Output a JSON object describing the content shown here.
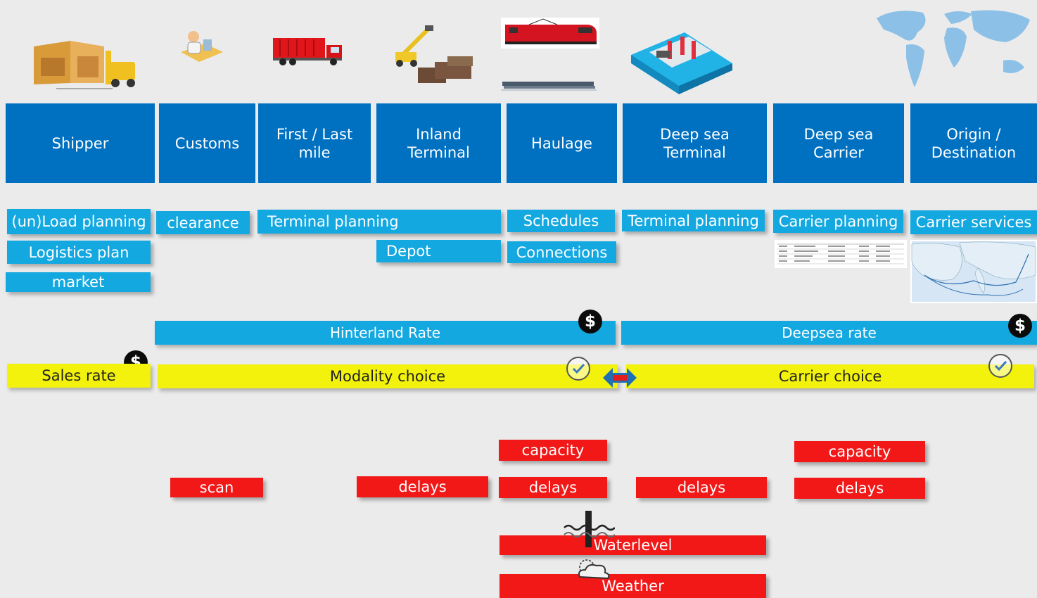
{
  "columns": [
    {
      "label": "Shipper"
    },
    {
      "label": "Customs"
    },
    {
      "label": "First / Last\nmile"
    },
    {
      "label": "Inland\nTerminal"
    },
    {
      "label": "Haulage"
    },
    {
      "label": "Deep sea\nTerminal"
    },
    {
      "label": "Deep sea\nCarrier"
    },
    {
      "label": "Origin /\nDestination"
    }
  ],
  "tasks": {
    "unload_planning": "(un)Load planning",
    "logistics_plan": "Logistics plan",
    "market": "market",
    "clearance": "clearance",
    "terminal_planning_inland": "Terminal planning",
    "depot": "Depot",
    "schedules": "Schedules",
    "connections": "Connections",
    "terminal_planning_deepsea": "Terminal planning",
    "carrier_planning": "Carrier planning",
    "carrier_services": "Carrier services"
  },
  "rates": {
    "hinterland": "Hinterland Rate",
    "deepsea": "Deepsea rate",
    "currency_symbol": "$"
  },
  "choices": {
    "sales_rate": "Sales rate",
    "modality": "Modality choice",
    "carrier": "Carrier choice"
  },
  "disruptions": {
    "scan": "scan",
    "delays": "delays",
    "capacity": "capacity",
    "waterlevel": "Waterlevel",
    "weather": "Weather"
  },
  "icons": [
    "warehouse-forklift-icon",
    "customs-officer-icon",
    "container-truck-icon",
    "reach-stacker-icon",
    "train-icon",
    "barge-icon",
    "deepsea-terminal-icon",
    "world-map-icon",
    "route-map-icon",
    "schedule-table-icon",
    "dollar-icon",
    "check-icon",
    "bidirectional-arrow-icon",
    "waterlevel-icon",
    "weather-icon"
  ],
  "colors": {
    "header": "#0070c0",
    "task": "#14a8e1",
    "choice": "#f2f20c",
    "disruption": "#f21818"
  }
}
